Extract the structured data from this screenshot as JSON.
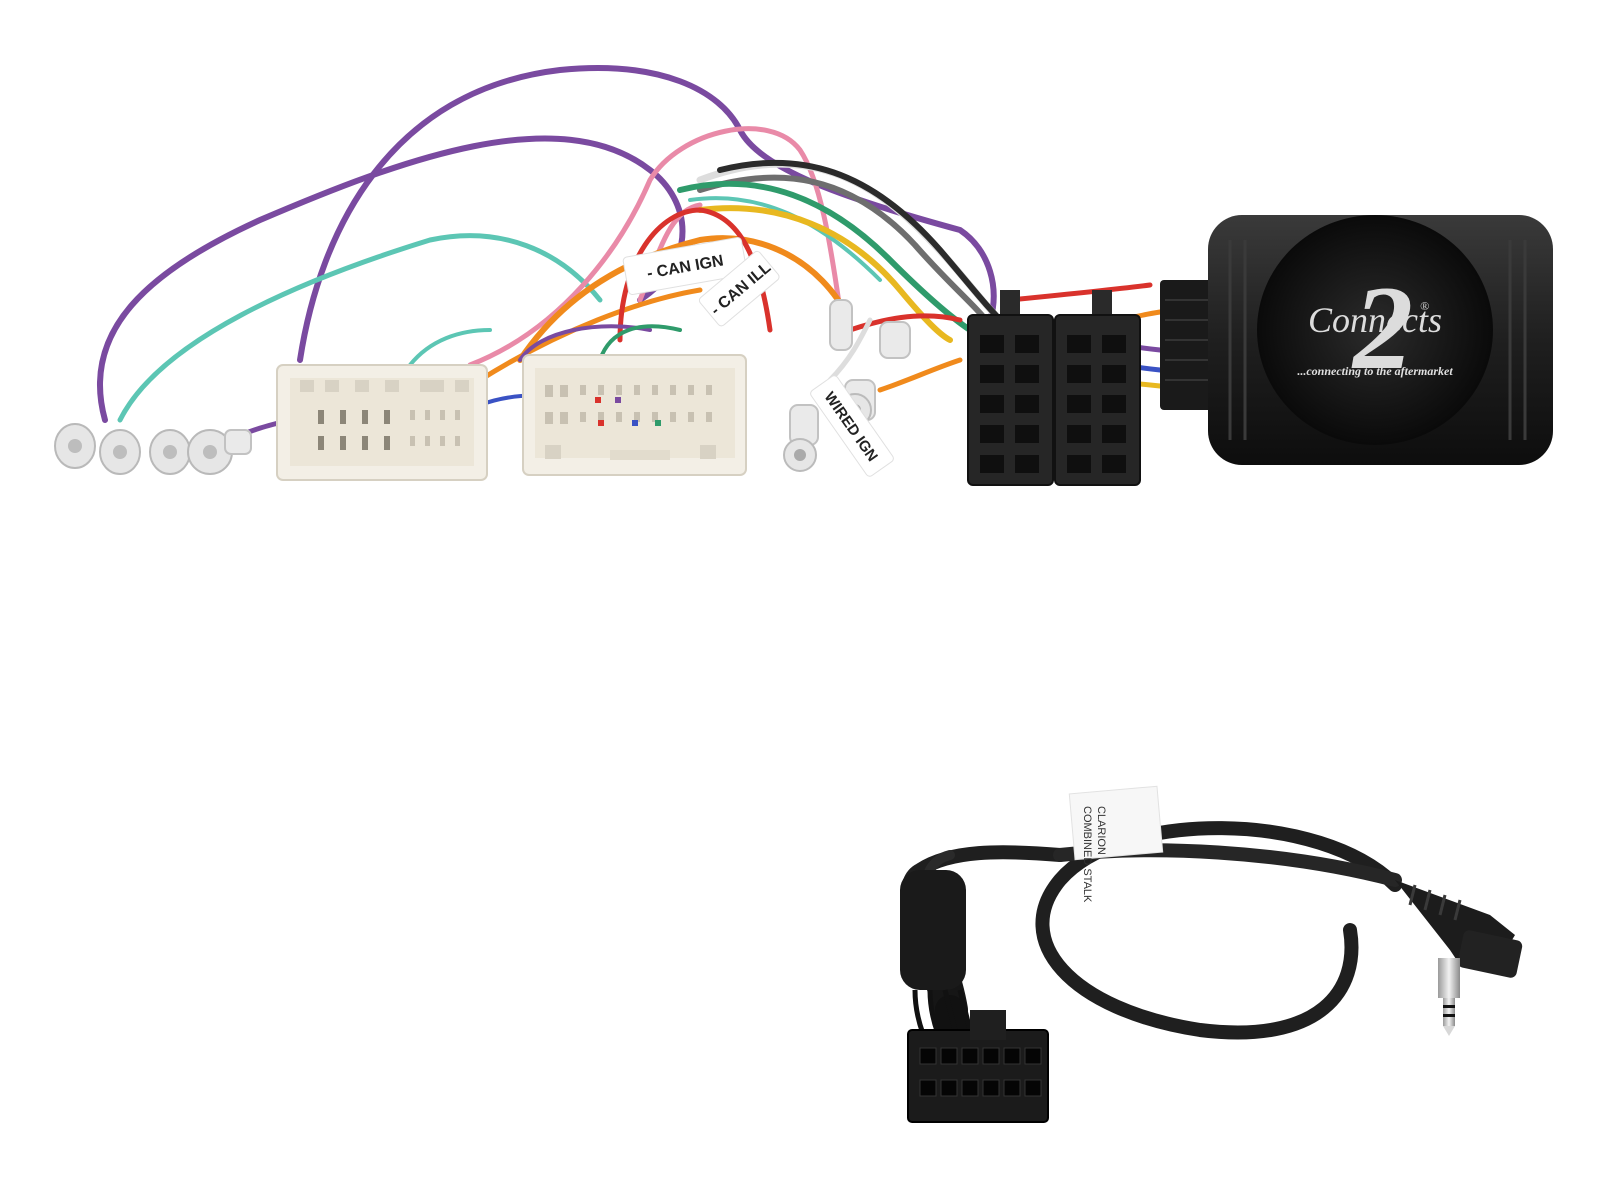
{
  "labels": {
    "can_ign": "- CAN IGN",
    "can_ill": "- CAN ILL",
    "wired_ign": "WIRED IGN",
    "sticker_line1": "CLARION",
    "sticker_line2": "COMBINED STALK"
  },
  "module": {
    "brand": "Connects",
    "brand_numeral": "2",
    "registered": "®",
    "tagline": "...connecting to the aftermarket"
  },
  "colors": {
    "purple": "#7a4aa0",
    "teal": "#5cc6b4",
    "pink": "#e98aa8",
    "orange": "#f08a1c",
    "yellow": "#e8b820",
    "green": "#2f9b6b",
    "red": "#d9322c",
    "blue": "#3a52c4",
    "grey": "#6e6e6e",
    "black": "#1e1e1e",
    "white_wire": "#eeeeee",
    "connector_white": "#f3efe6",
    "module_body": "#1d1d1d"
  }
}
